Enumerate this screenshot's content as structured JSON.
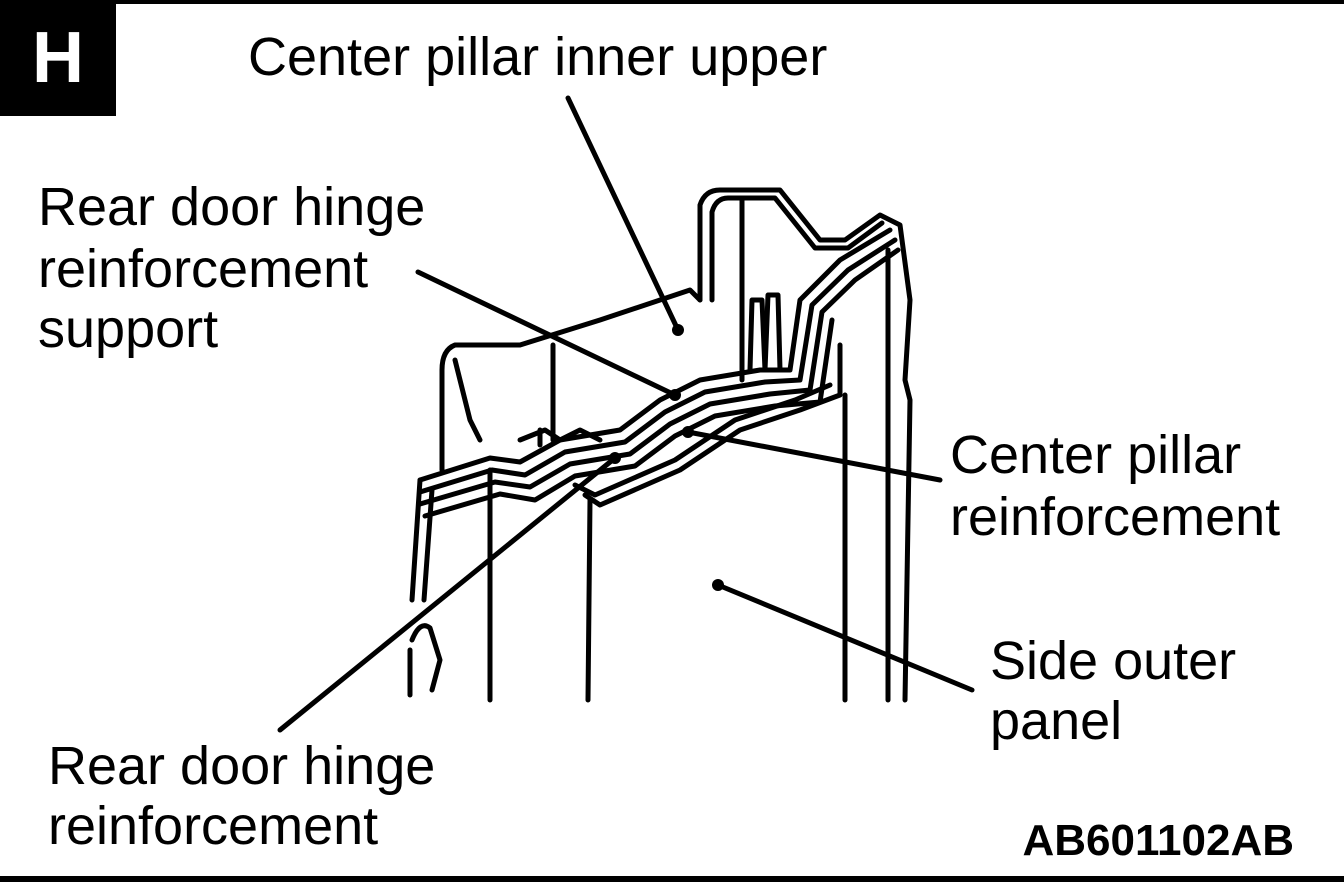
{
  "section_tag": "H",
  "labels": {
    "center_pillar_inner_upper": "Center pillar inner upper",
    "rear_door_hinge_reinf_support_1": "Rear door hinge",
    "rear_door_hinge_reinf_support_2": "reinforcement",
    "rear_door_hinge_reinf_support_3": "support",
    "center_pillar_reinf_1": "Center pillar",
    "center_pillar_reinf_2": "reinforcement",
    "side_outer_panel_1": "Side outer",
    "side_outer_panel_2": "panel",
    "rear_door_hinge_reinf_1": "Rear door hinge",
    "rear_door_hinge_reinf_2": "reinforcement"
  },
  "figure_code": "AB601102AB"
}
